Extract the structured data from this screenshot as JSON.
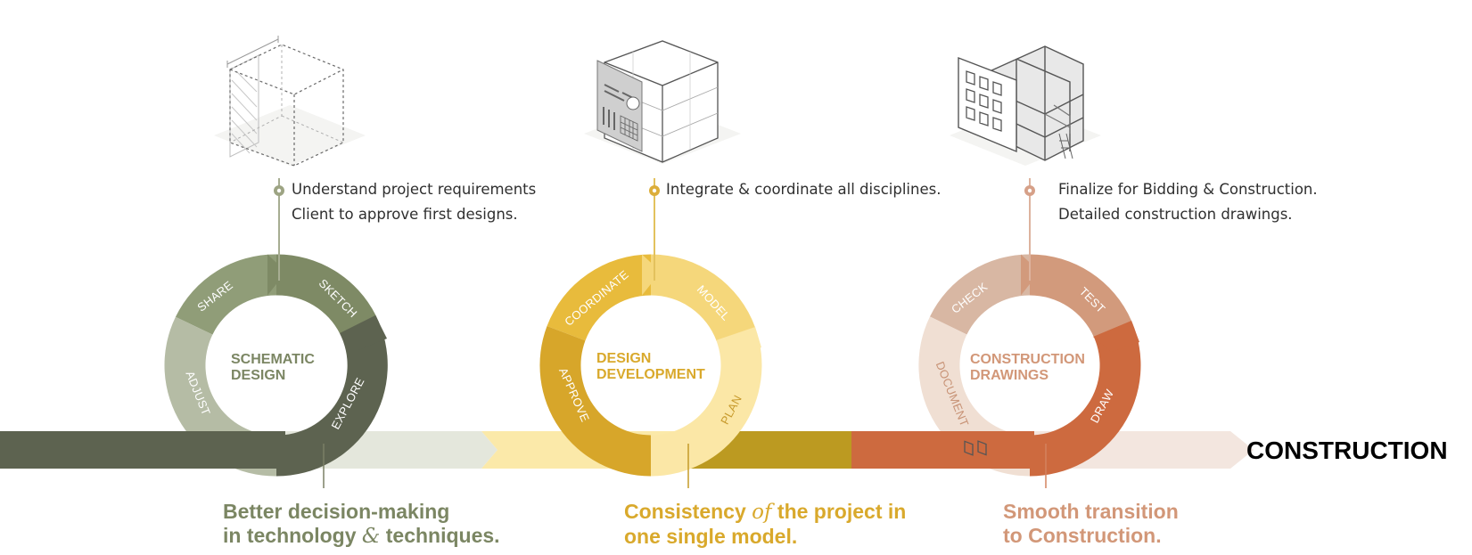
{
  "phases": [
    {
      "title_line1": "SCHEMATIC",
      "title_line2": "DESIGN",
      "segments": [
        "SHARE",
        "SKETCH",
        "EXPLORE",
        "ADJUST"
      ],
      "note_line1": "Understand project requirements",
      "note_line2": "Client to approve first designs.",
      "takeaway_line1": "Better decision-making",
      "takeaway_line2_a": "in technology ",
      "takeaway_amp": "&",
      "takeaway_line2_b": " techniques.",
      "colors": {
        "title": "#7b8663",
        "dot": "#9da483"
      },
      "icon": "wireframe-cube-icon"
    },
    {
      "title_line1": "DESIGN",
      "title_line2": "DEVELOPMENT",
      "segments": [
        "COORDINATE",
        "MODEL",
        "PLAN",
        "APPROVE"
      ],
      "note_line1": "Integrate & coordinate all disciplines.",
      "takeaway_line1_a": "Consistency ",
      "takeaway_of": "of",
      "takeaway_line1_b": " the project in",
      "takeaway_line2": "one single model.",
      "colors": {
        "title": "#d9a92c",
        "dot": "#dcae3a"
      },
      "icon": "model-cube-icon"
    },
    {
      "title_line1": "CONSTRUCTION",
      "title_line2": "DRAWINGS",
      "segments": [
        "CHECK",
        "TEST",
        "DRAW",
        "DOCUMENT"
      ],
      "note_line1": "Finalize for Bidding & Construction.",
      "note_line2": "Detailed construction drawings.",
      "takeaway_line1": "Smooth transition",
      "takeaway_line2": "to Construction.",
      "colors": {
        "title": "#d29778",
        "dot": "#d6a088"
      },
      "icon": "building-construction-icon"
    }
  ],
  "end_label": "CONSTRUCTION"
}
